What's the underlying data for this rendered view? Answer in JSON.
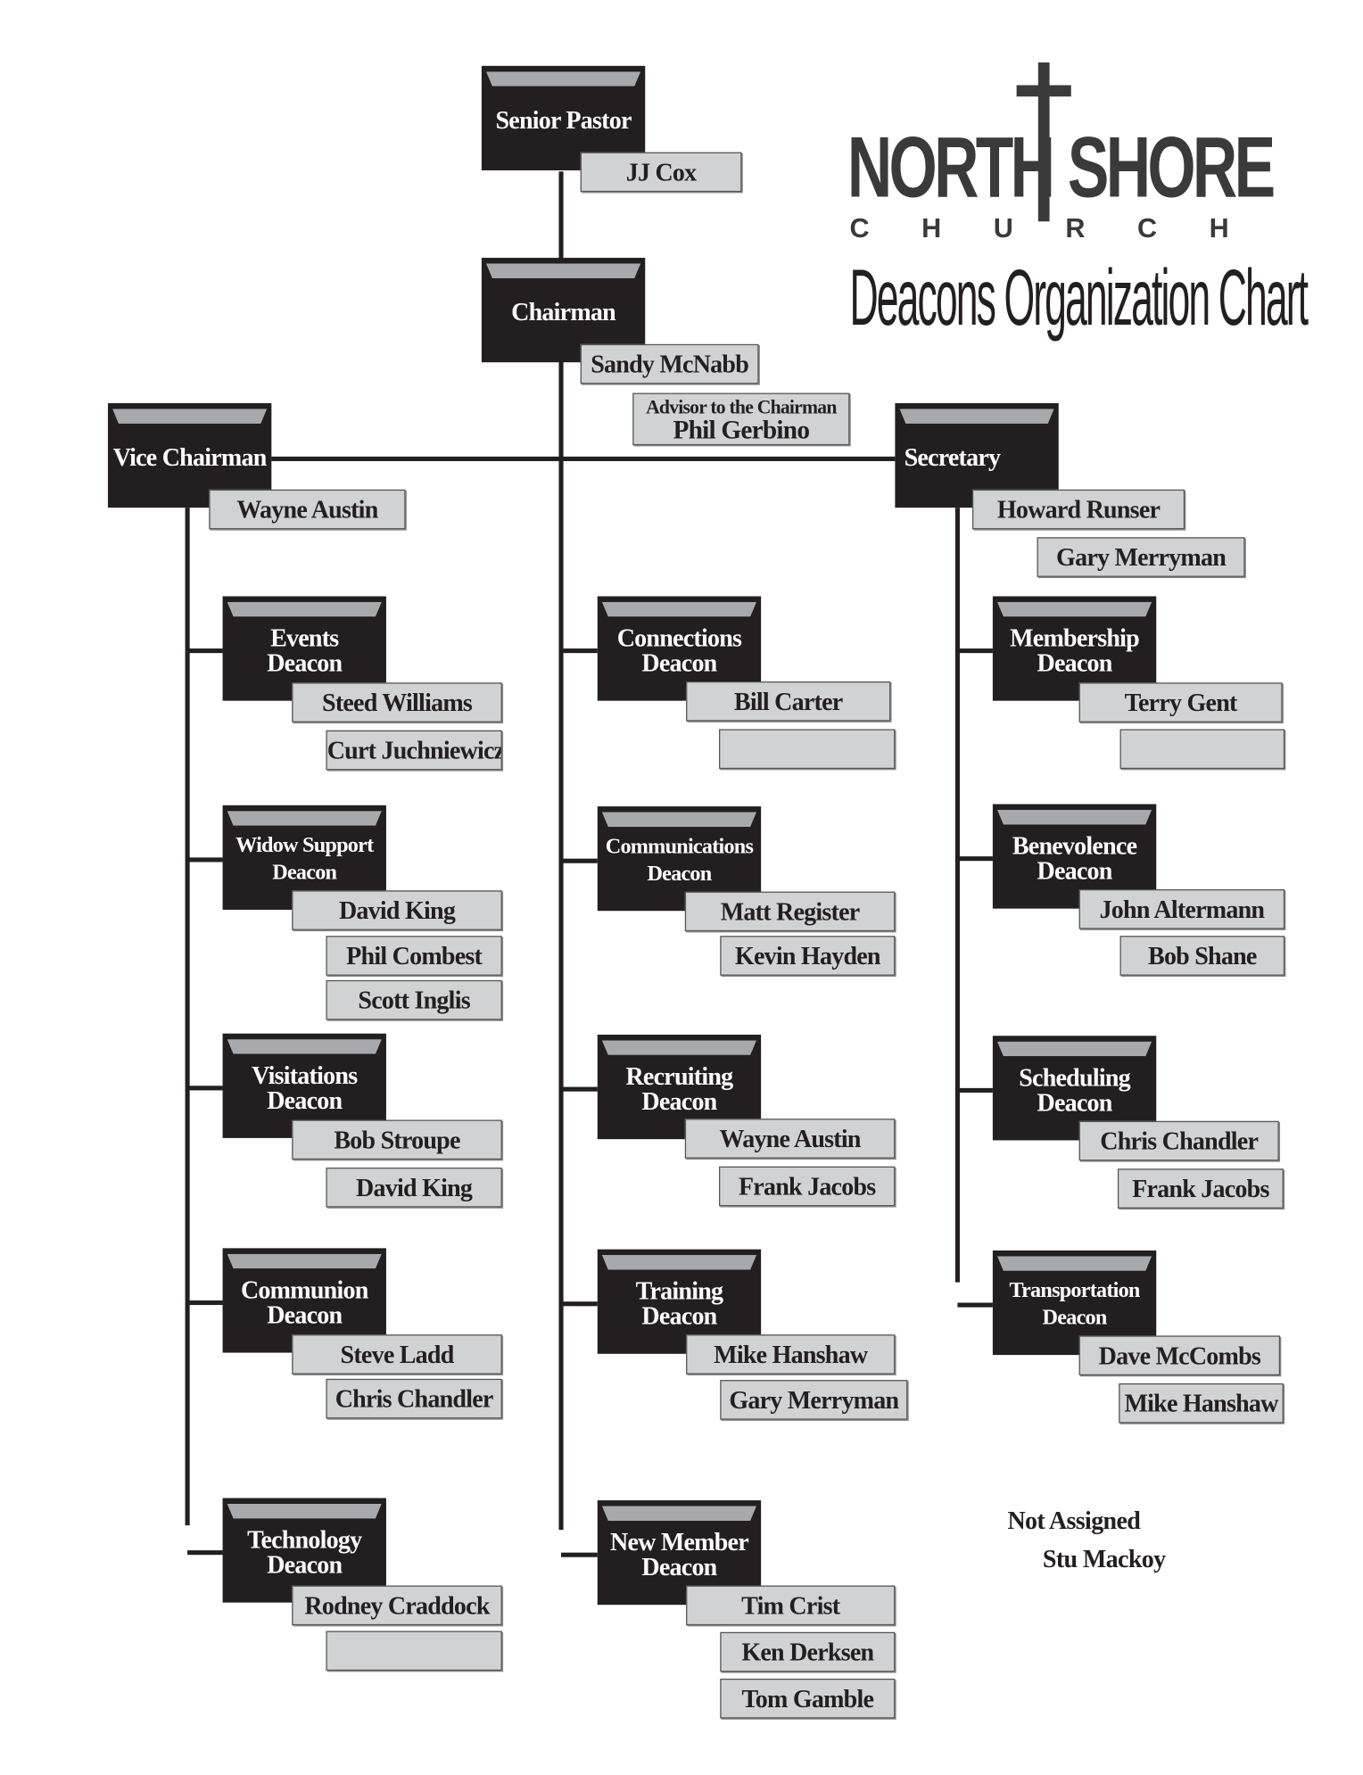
{
  "logo": {
    "word1": "NORTH",
    "word2": "SHORE",
    "church": "CHURCH",
    "title": "Deacons Organization Chart"
  },
  "top": {
    "senior_pastor": {
      "title": [
        "Senior Pastor"
      ],
      "names": [
        "JJ Cox"
      ]
    },
    "chairman": {
      "title": [
        "Chairman"
      ],
      "names": [
        "Sandy McNabb"
      ]
    },
    "advisor": {
      "label": "Advisor to the Chairman",
      "name": "Phil Gerbino"
    },
    "vice_chairman": {
      "title": [
        "Vice Chairman"
      ],
      "names": [
        "Wayne Austin"
      ]
    },
    "secretary": {
      "title": [
        "Secretary"
      ],
      "names": [
        "Howard Runser",
        "Gary Merryman"
      ]
    }
  },
  "columns": [
    [
      {
        "title": [
          "Events",
          "Deacon"
        ],
        "names": [
          "Steed Williams",
          "Curt Juchniewicz"
        ]
      },
      {
        "title": [
          "Widow Support",
          "Deacon"
        ],
        "names": [
          "David King",
          "Phil Combest",
          "Scott Inglis"
        ]
      },
      {
        "title": [
          "Visitations",
          "Deacon"
        ],
        "names": [
          "Bob Stroupe",
          "David King"
        ]
      },
      {
        "title": [
          "Communion",
          "Deacon"
        ],
        "names": [
          "Steve Ladd",
          "Chris Chandler"
        ]
      },
      {
        "title": [
          "Technology",
          "Deacon"
        ],
        "names": [
          "Rodney Craddock",
          ""
        ]
      }
    ],
    [
      {
        "title": [
          "Connections",
          "Deacon"
        ],
        "names": [
          "Bill Carter",
          ""
        ]
      },
      {
        "title": [
          "Communications",
          "Deacon"
        ],
        "names": [
          "Matt Register",
          "Kevin Hayden"
        ]
      },
      {
        "title": [
          "Recruiting",
          "Deacon"
        ],
        "names": [
          "Wayne Austin",
          "Frank Jacobs"
        ]
      },
      {
        "title": [
          "Training",
          "Deacon"
        ],
        "names": [
          "Mike Hanshaw",
          "Gary Merryman"
        ]
      },
      {
        "title": [
          "New Member",
          "Deacon"
        ],
        "names": [
          "Tim Crist",
          "Ken Derksen",
          "Tom Gamble"
        ]
      }
    ],
    [
      {
        "title": [
          "Membership",
          "Deacon"
        ],
        "names": [
          "Terry Gent",
          ""
        ]
      },
      {
        "title": [
          "Benevolence",
          "Deacon"
        ],
        "names": [
          "John Altermann",
          "Bob Shane"
        ]
      },
      {
        "title": [
          "Scheduling",
          "Deacon"
        ],
        "names": [
          "Chris Chandler",
          "Frank Jacobs"
        ]
      },
      {
        "title": [
          "Transportation",
          "Deacon"
        ],
        "names": [
          "Dave McCombs",
          "Mike Hanshaw"
        ]
      }
    ]
  ],
  "not_assigned": {
    "label": "Not Assigned",
    "name": "Stu Mackoy"
  }
}
